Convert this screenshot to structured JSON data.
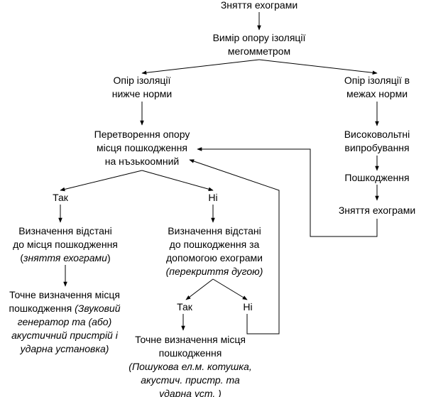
{
  "colors": {
    "line": "#000000",
    "text": "#000000",
    "background": "#ffffff"
  },
  "nodes": {
    "start": [
      "Зняття ехограми"
    ],
    "measure": [
      "Вимір опору ізоляції",
      "мегомметром"
    ],
    "below_norm": [
      "Опір ізоляції",
      "нижче норми"
    ],
    "within_norm": [
      "Опір ізоляції в",
      "межах норми"
    ],
    "convert": [
      "Перетворення опору",
      "місця пошкодження",
      "на нъзькоомний"
    ],
    "hv_test": [
      "Високовольтні",
      "випробування"
    ],
    "damage": [
      "Пошкодження"
    ],
    "echo_right": [
      "Зняття ехограми"
    ],
    "yes1": [
      "Так"
    ],
    "no1": [
      "Ні"
    ],
    "dist_left": {
      "lines": [
        "Визначення відстані",
        "до місця пошкодження"
      ],
      "italic_line": "(зняття ехограми)",
      "italic_prefix": "(",
      "italic_core": "зняття ехограми",
      "italic_suffix": ")"
    },
    "dist_right": {
      "lines": [
        "Визначення відстані",
        "до пошкодження за",
        "допомогою ехограми"
      ],
      "italic_line": "(перекриття дугою)"
    },
    "exact_left": {
      "line1": "Точне визначення місця",
      "line2_plain": "пошкодження ",
      "line2_italic": "(Звуковий",
      "italic_lines": [
        "генератор та (або)",
        "акустичний пристрій і",
        "ударна установка)"
      ]
    },
    "yes2": [
      "Так"
    ],
    "no2": [
      "Ні"
    ],
    "exact_right": {
      "lines": [
        "Точне визначення місця",
        "пошкодження"
      ],
      "italic_lines": [
        "(Пошукова ел.м. котушка,",
        "акустич. пристр. та",
        "ударна уст. )"
      ]
    }
  }
}
